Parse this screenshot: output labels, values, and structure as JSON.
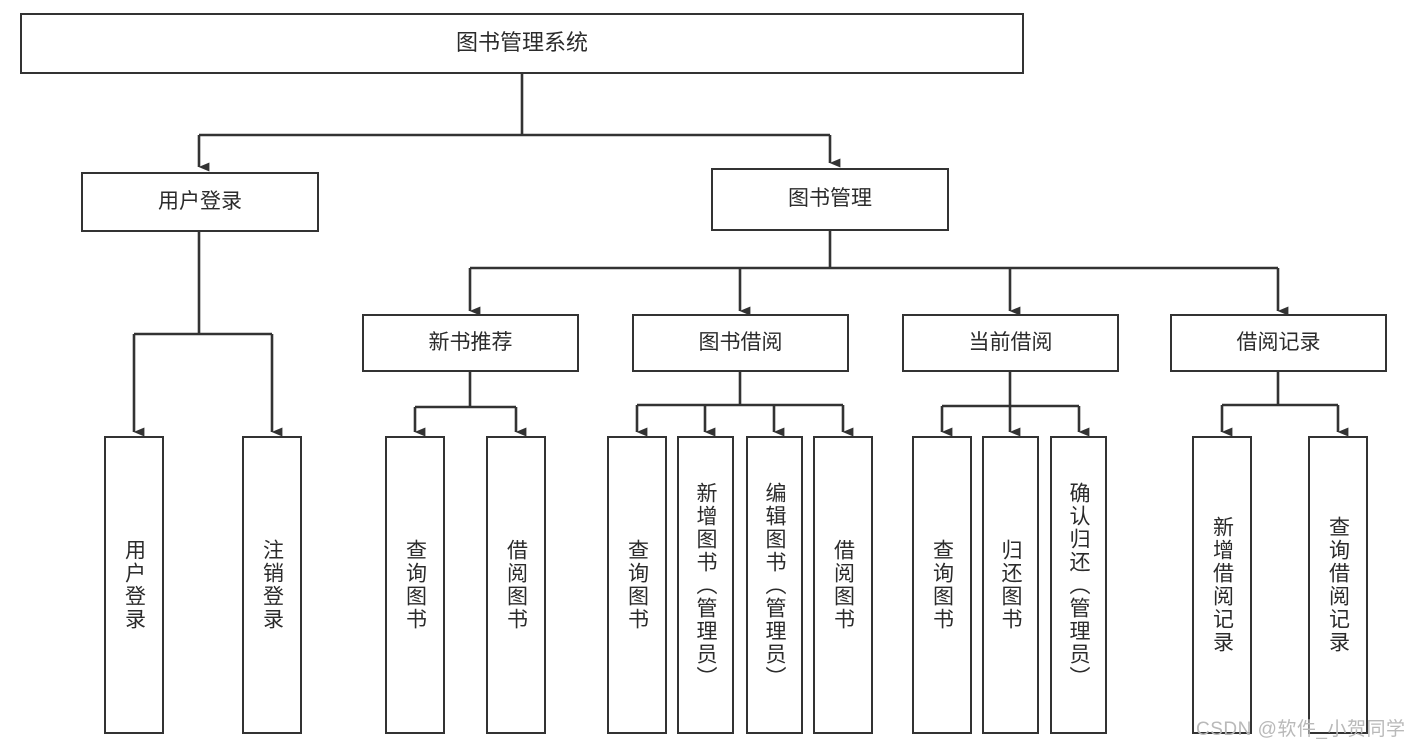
{
  "diagram": {
    "title": "图书管理系统",
    "type": "tree-hierarchy-chart",
    "watermark": "CSDN @软件_小贺同学",
    "colors": {
      "node_border": "#333333",
      "node_fill": "#ffffff",
      "edge": "#333333",
      "text": "#2b2b2b",
      "watermark": "#b9b9b9",
      "background": "#ffffff"
    },
    "levels": {
      "root": {
        "label": "图书管理系统"
      },
      "level2": [
        {
          "label": "用户登录"
        },
        {
          "label": "图书管理"
        }
      ],
      "level3": [
        {
          "label": "新书推荐"
        },
        {
          "label": "图书借阅"
        },
        {
          "label": "当前借阅"
        },
        {
          "label": "借阅记录"
        }
      ],
      "leaves": {
        "user_login": [
          {
            "label": "用户登录"
          },
          {
            "label": "注销登录"
          }
        ],
        "new_book_recommend": [
          {
            "label": "查询图书"
          },
          {
            "label": "借阅图书"
          }
        ],
        "book_borrow": [
          {
            "label": "查询图书"
          },
          {
            "label": "新增图书（管理员）"
          },
          {
            "label": "编辑图书（管理员）"
          },
          {
            "label": "借阅图书"
          }
        ],
        "current_borrow": [
          {
            "label": "查询图书"
          },
          {
            "label": "归还图书"
          },
          {
            "label": "确认归还（管理员）"
          }
        ],
        "borrow_record": [
          {
            "label": "新增借阅记录"
          },
          {
            "label": "查询借阅记录"
          }
        ]
      }
    }
  }
}
